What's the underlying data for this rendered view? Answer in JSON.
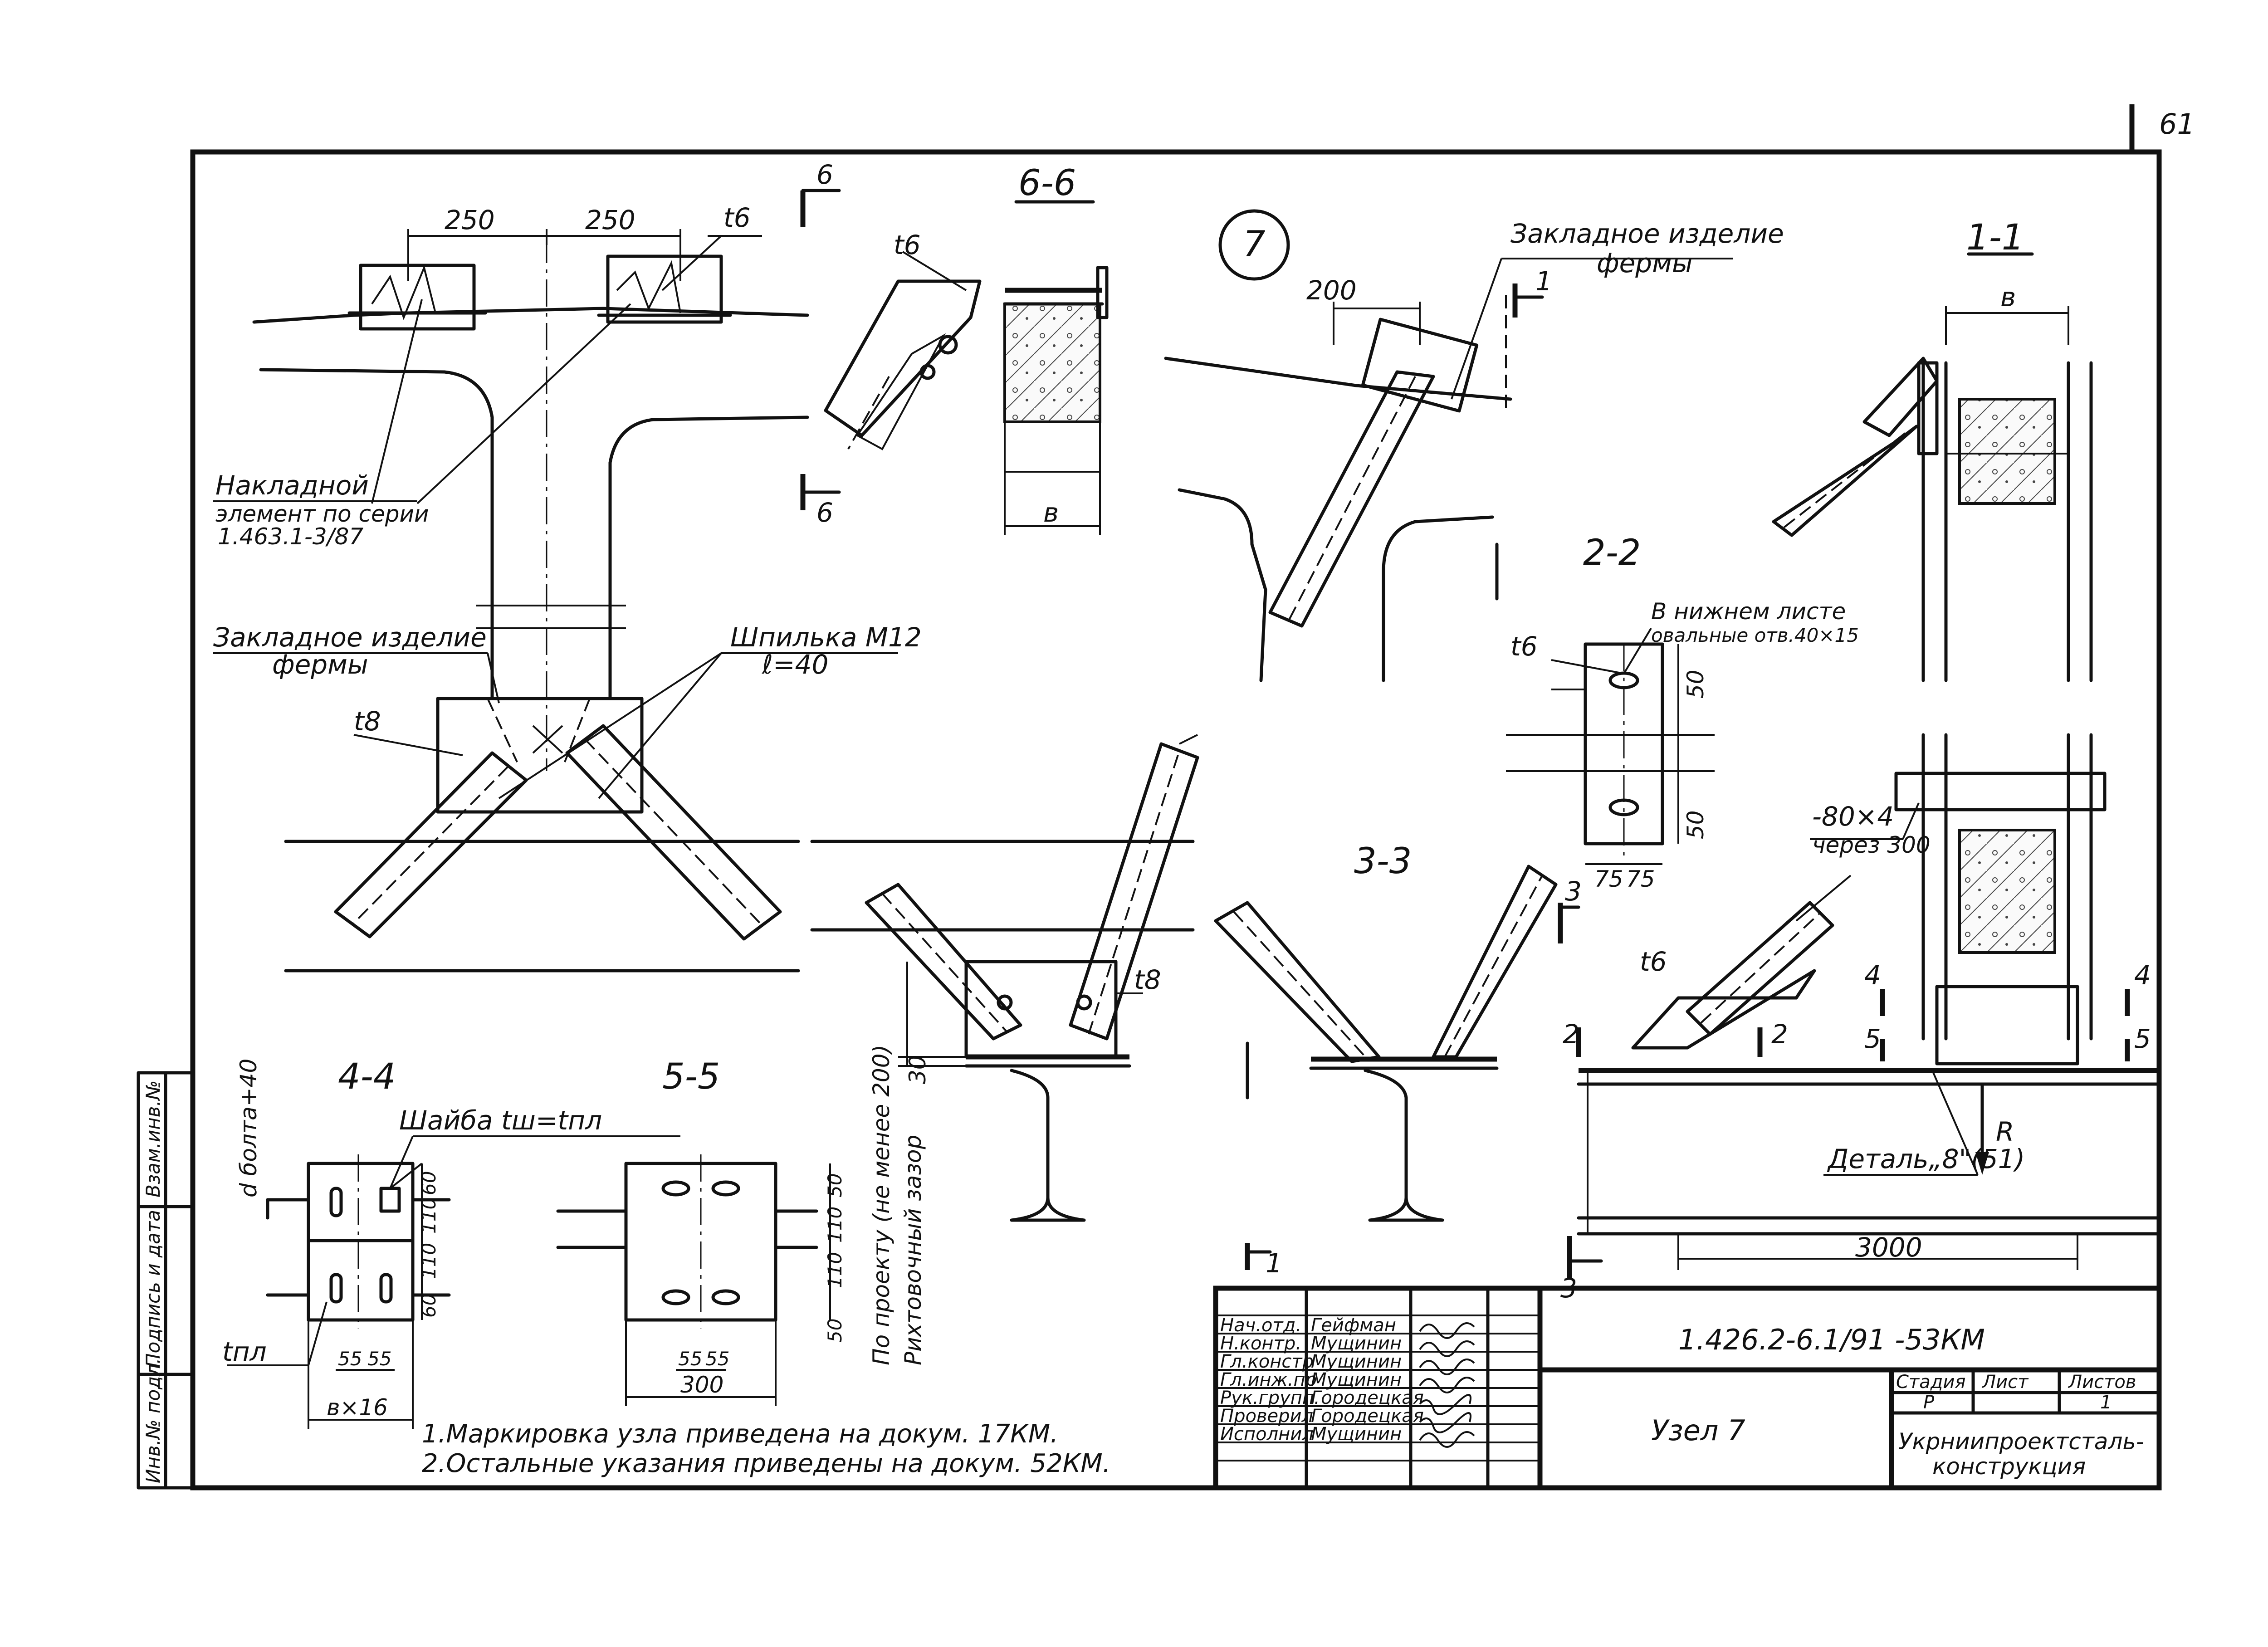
{
  "sheet": {
    "page_number": "61",
    "node_number": "7",
    "views": {
      "v_6_6": "6-6",
      "v_1_1": "1-1",
      "v_2_2": "2-2",
      "v_3_3": "3-3",
      "v_4_4": "4-4",
      "v_5_5": "5-5"
    },
    "cut_marks": {
      "c6": "6",
      "c1": "1",
      "c3": "3",
      "c2": "2",
      "c4": "4",
      "c5": "5"
    },
    "dims": {
      "d250a": "250",
      "d250b": "250",
      "d200": "200",
      "db_66": "в",
      "db_11": "в",
      "d50a": "50",
      "d50b": "50",
      "d75a": "75",
      "d75b": "75",
      "d3000": "3000",
      "d30": "30",
      "d60a": "60",
      "d110a": "110",
      "d110b": "110",
      "d60b": "60",
      "d55a": "55",
      "d55b": "55",
      "dbx16": "в×16",
      "d50c": "50",
      "d110c": "110",
      "d110d": "110",
      "d50d": "50",
      "d55c": "55",
      "d55d": "55",
      "d300": "300",
      "dbolt": "d болта+40"
    },
    "labels": {
      "t6_top": "t6",
      "t6_66": "t6",
      "t6_22": "t6",
      "t6_bot": "t6",
      "t8_left": "t8",
      "t8_mid": "t8",
      "tpl": "tпл",
      "nakladnoy_1": "Накладной",
      "nakladnoy_2": "элемент по серии",
      "nakladnoy_3": "1.463.1-3/87",
      "zakladnoe_left_1": "Закладное изделие",
      "zakladnoe_left_2": "фермы",
      "zakladnoe_top_1": "Закладное изделие",
      "zakladnoe_top_2": "фермы",
      "shpilka_1": "Шпилька М12",
      "shpilka_2": "ℓ=40",
      "nizhnem_1": "В нижнем листе",
      "nizhnem_2": "овальные отв.40×15",
      "plate_1": "-80×4",
      "plate_2": "через 300",
      "detal": "Деталь„8\"(51)",
      "reaction": "R",
      "shaiba": "Шайба tш=tпл",
      "po_proektu": "По проекту (не менее 200)",
      "rikhtovochny": "Рихтовочный зазор"
    },
    "notes": [
      "1.Маркировка узла приведена на докум. 17КМ.",
      "2.Остальные указания приведены на докум. 52КМ."
    ],
    "side_stamp": [
      "Взам.инв.№",
      "Подпись и дата",
      "Инв.№ подл."
    ]
  },
  "title_block": {
    "doc_code": "1.426.2-6.1/91 -53КМ",
    "title": "Узел 7",
    "stage_label": "Стадия",
    "sheet_label": "Лист",
    "sheets_label": "Листов",
    "stage": "Р",
    "sheets": "1",
    "org_1": "Укрниипроектсталь-",
    "org_2": "конструкция",
    "roles": [
      {
        "role": "Нач.отд.",
        "name": "Гейфман"
      },
      {
        "role": "Н.контр.",
        "name": "Мущинин"
      },
      {
        "role": "Гл.констр",
        "name": "Мущинин"
      },
      {
        "role": "Гл.инж.пр",
        "name": "Мущинин"
      },
      {
        "role": "Рук.групп.",
        "name": "Городецкая"
      },
      {
        "role": "Проверил",
        "name": "Городецкая"
      },
      {
        "role": "Исполнил",
        "name": "Мущинин"
      }
    ]
  }
}
